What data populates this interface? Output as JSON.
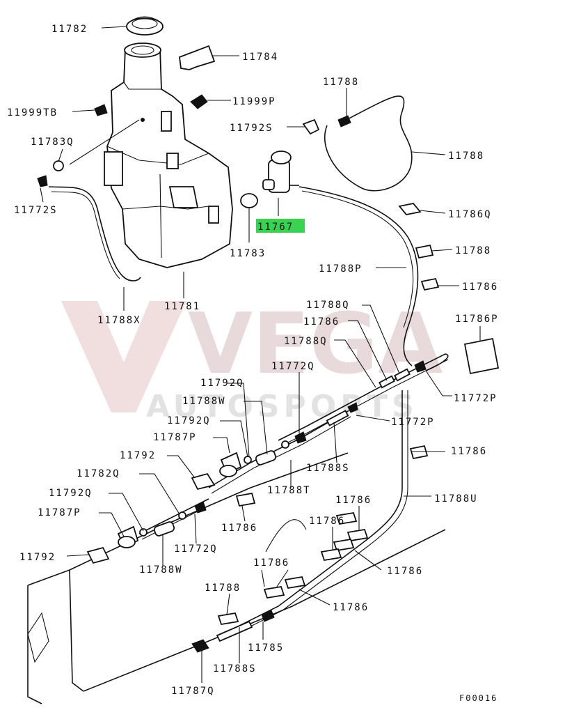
{
  "watermark": {
    "brand": "VEGA",
    "sub": "AUTOSPORTS"
  },
  "footer_code": "F00016",
  "highlight_color": "#39d353",
  "labels": {
    "l11782": "11782",
    "l11784": "11784",
    "l11788_top": "11788",
    "l11999TB": "11999TB",
    "l11999P": "11999P",
    "l11792S": "11792S",
    "l11783Q": "11783Q",
    "l11788_right": "11788",
    "l11772S": "11772S",
    "l11786Q": "11786Q",
    "l11767": "11767",
    "l11783": "11783",
    "l11788_b": "11788",
    "l11788P": "11788P",
    "l11786_a": "11786",
    "l11788X": "11788X",
    "l11781": "11781",
    "l11788Q_a": "11788Q",
    "l11786P": "11786P",
    "l11786_b": "11786",
    "l11788Q_b": "11788Q",
    "l11772Q_a": "11772Q",
    "l11792Q_a": "11792Q",
    "l11772P_a": "11772P",
    "l11788W_a": "11788W",
    "l11772P_b": "11772P",
    "l11792Q_b": "11792Q",
    "l11787P_a": "11787P",
    "l11786_c": "11786",
    "l11792_a": "11792",
    "l11788S_a": "11788S",
    "l11782Q": "11782Q",
    "l11788T": "11788T",
    "l11792Q_c": "11792Q",
    "l11788U": "11788U",
    "l11786_d": "11786",
    "l11787P_b": "11787P",
    "l11786_e": "11786",
    "l11786_f": "11786",
    "l11772Q_b": "11772Q",
    "l11792_b": "11792",
    "l11786_g": "11786",
    "l11788W_b": "11788W",
    "l11786_h": "11786",
    "l11788_bottom": "11788",
    "l11786_i": "11786",
    "l11785": "11785",
    "l11788S_b": "11788S",
    "l11787Q": "11787Q"
  }
}
